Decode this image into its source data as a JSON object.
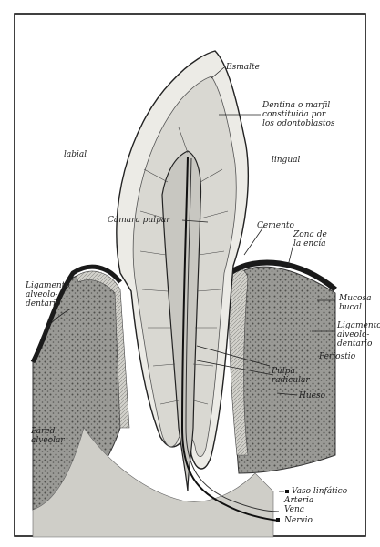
{
  "labels": {
    "esmalte": "Esmalte",
    "dentina_1": "Dentina o marfil",
    "dentina_2": "constituida por",
    "dentina_3": "los odontoblastos",
    "labial": "labial",
    "lingual": "lingual",
    "camara_pulpar": "Cámara pulpar",
    "cemento": "Cemento",
    "zona_encia_1": "Zona de",
    "zona_encia_2": "la encía",
    "ligamento_left_1": "Ligamento",
    "ligamento_left_2": "alveolo-",
    "ligamento_left_3": "dentario",
    "mucosa_1": "Mucosa",
    "mucosa_2": "bucal",
    "ligamento_right_1": "Ligamento",
    "ligamento_right_2": "alveolo-",
    "ligamento_right_3": "dentario",
    "periostio": "Periostio",
    "pulpa_1": "Pulpa",
    "pulpa_2": "radicular",
    "hueso": "Hueso",
    "pared_1": "Pared",
    "pared_2": "alveolar",
    "vaso": "Vaso linfático",
    "arteria": "Arteria",
    "vena": "Vena",
    "nervio": "Nervio"
  },
  "colors": {
    "ink": "#222222",
    "frame": "#111111",
    "enamel": "#ecebe6",
    "dentin": "#d9d8d2",
    "pulp": "#c8c7c1",
    "bone": "#8f8f8b",
    "gum": "#bdbcb7",
    "gum_edge": "#1a1a1a"
  }
}
